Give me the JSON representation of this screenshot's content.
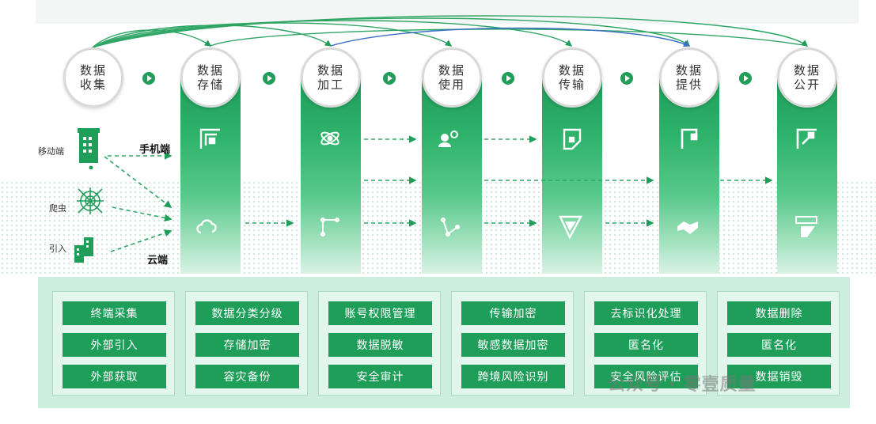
{
  "stages": [
    {
      "top": "数据",
      "bottom": "收集"
    },
    {
      "top": "数据",
      "bottom": "存储"
    },
    {
      "top": "数据",
      "bottom": "加工"
    },
    {
      "top": "数据",
      "bottom": "使用"
    },
    {
      "top": "数据",
      "bottom": "传输"
    },
    {
      "top": "数据",
      "bottom": "提供"
    },
    {
      "top": "数据",
      "bottom": "公开"
    }
  ],
  "sources": {
    "mobile": "移动端",
    "crawler": "爬虫",
    "import": "引入",
    "phone": "手机端",
    "cloud": "云端"
  },
  "measures": [
    [
      "终端采集",
      "外部引入",
      "外部获取"
    ],
    [
      "数据分类分级",
      "存储加密",
      "容灾备份"
    ],
    [
      "账号权限管理",
      "数据脱敏",
      "安全审计"
    ],
    [
      "传输加密",
      "敏感数据加密",
      "跨境风险识别"
    ],
    [
      "去标识化处理",
      "匿名化",
      "安全风险评估"
    ],
    [
      "数据删除",
      "匿名化",
      "数据销毁"
    ]
  ],
  "watermark": "公众号 · 零壹质量",
  "colors": {
    "accent": "#1f9e5a",
    "arc_blue": "#3a6fc4",
    "panel": "#cdeede"
  },
  "icons": [
    "building-icon",
    "spider-web-icon",
    "buildings-icon",
    "storage-icon",
    "cloud-icon",
    "atom-icon",
    "process-icon",
    "users-icon",
    "share-icon",
    "document-icon",
    "send-icon",
    "flag-icon",
    "handshake-icon",
    "publish-icon",
    "screen-icon"
  ]
}
